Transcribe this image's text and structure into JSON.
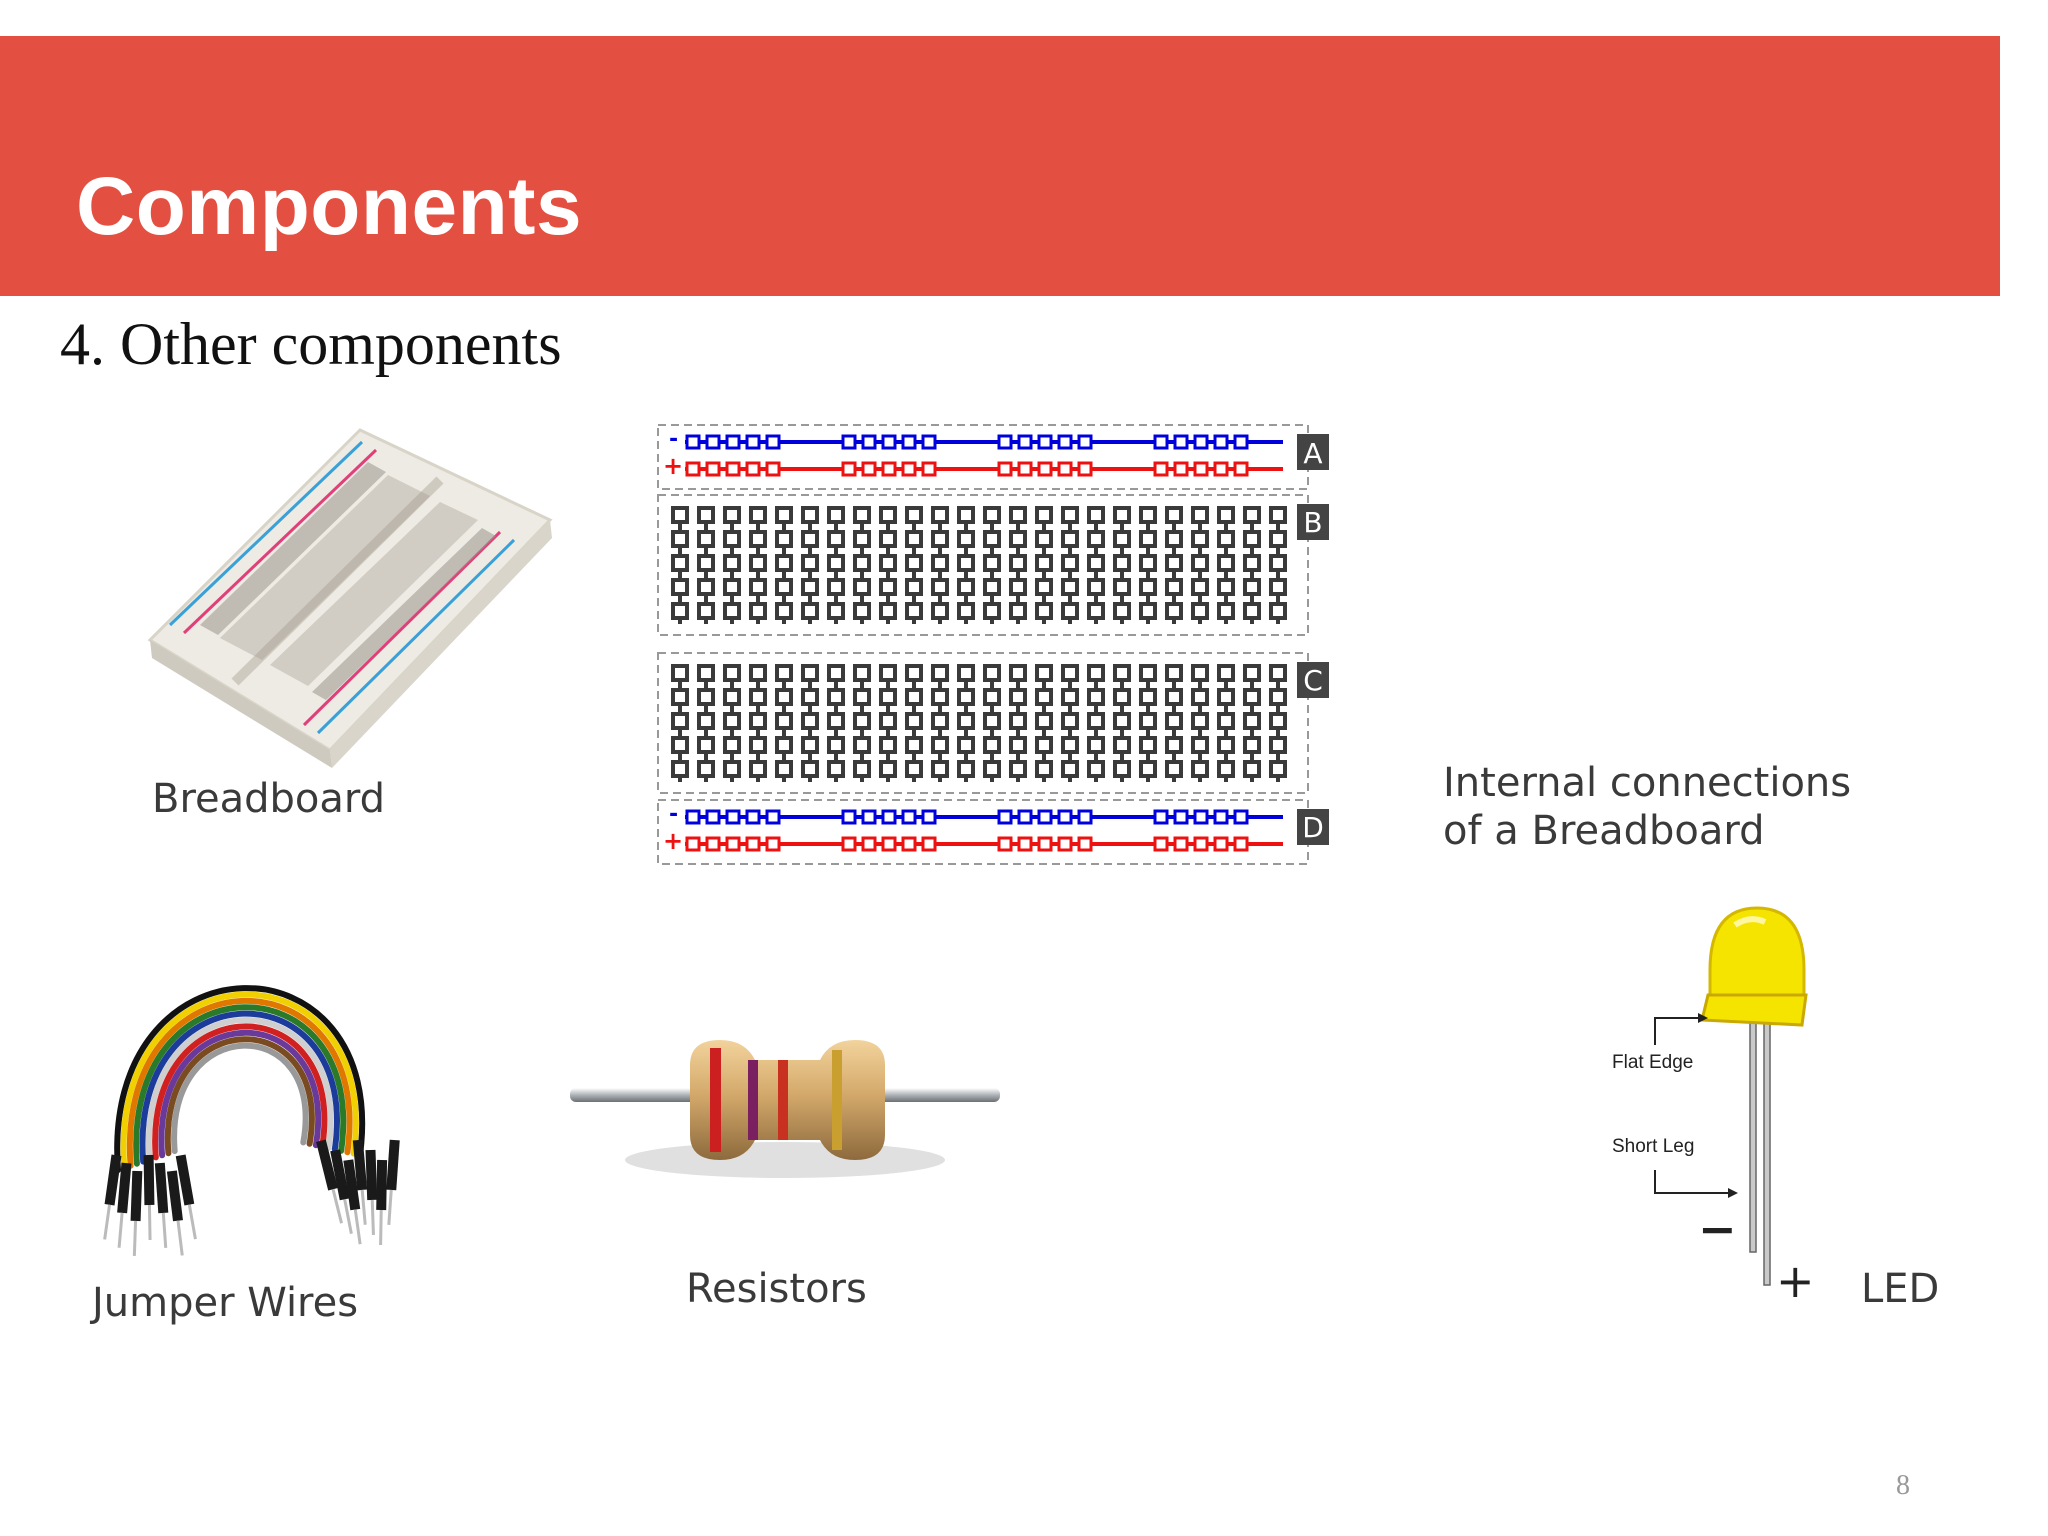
{
  "slide": {
    "title": "Components",
    "subtitle": "4. Other components",
    "page_number": "8"
  },
  "captions": {
    "breadboard": "Breadboard",
    "internal_line1": "Internal connections",
    "internal_line2": "of a Breadboard",
    "jumper_wires": "Jumper Wires",
    "resistors": "Resistors",
    "led": "LED"
  },
  "diagram": {
    "section_labels": [
      "A",
      "B",
      "C",
      "D"
    ],
    "minus_sign": "-",
    "plus_sign": "+"
  },
  "led_diagram": {
    "flat_edge": "Flat Edge",
    "short_leg": "Short Leg",
    "minus": "−",
    "plus": "+"
  },
  "colors": {
    "banner": "#e34f41",
    "rail_blue": "#0000dd",
    "rail_red": "#ee1111",
    "hole_dark": "#3a3a3a",
    "led_yellow": "#f5e400"
  }
}
